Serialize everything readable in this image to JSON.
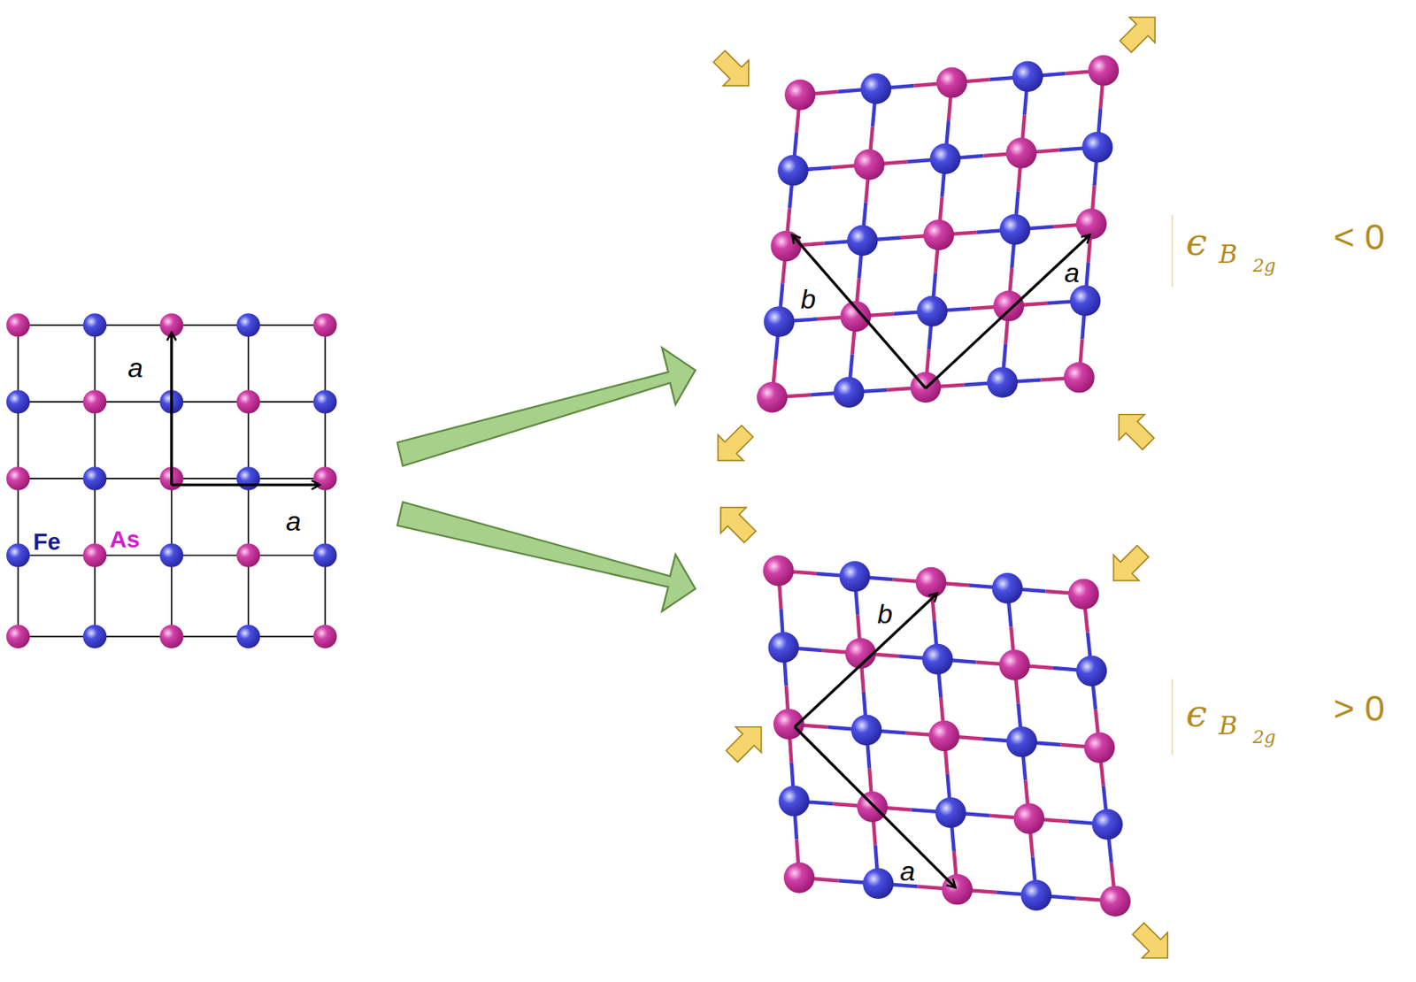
{
  "diagram": {
    "labels": [
      "a",
      "a",
      "Fe",
      "As",
      "b",
      "a",
      "ϵ",
      "B",
      "2g",
      "< 0",
      "b",
      "a",
      "ϵ",
      "B",
      "2g",
      "> 0"
    ]
  }
}
